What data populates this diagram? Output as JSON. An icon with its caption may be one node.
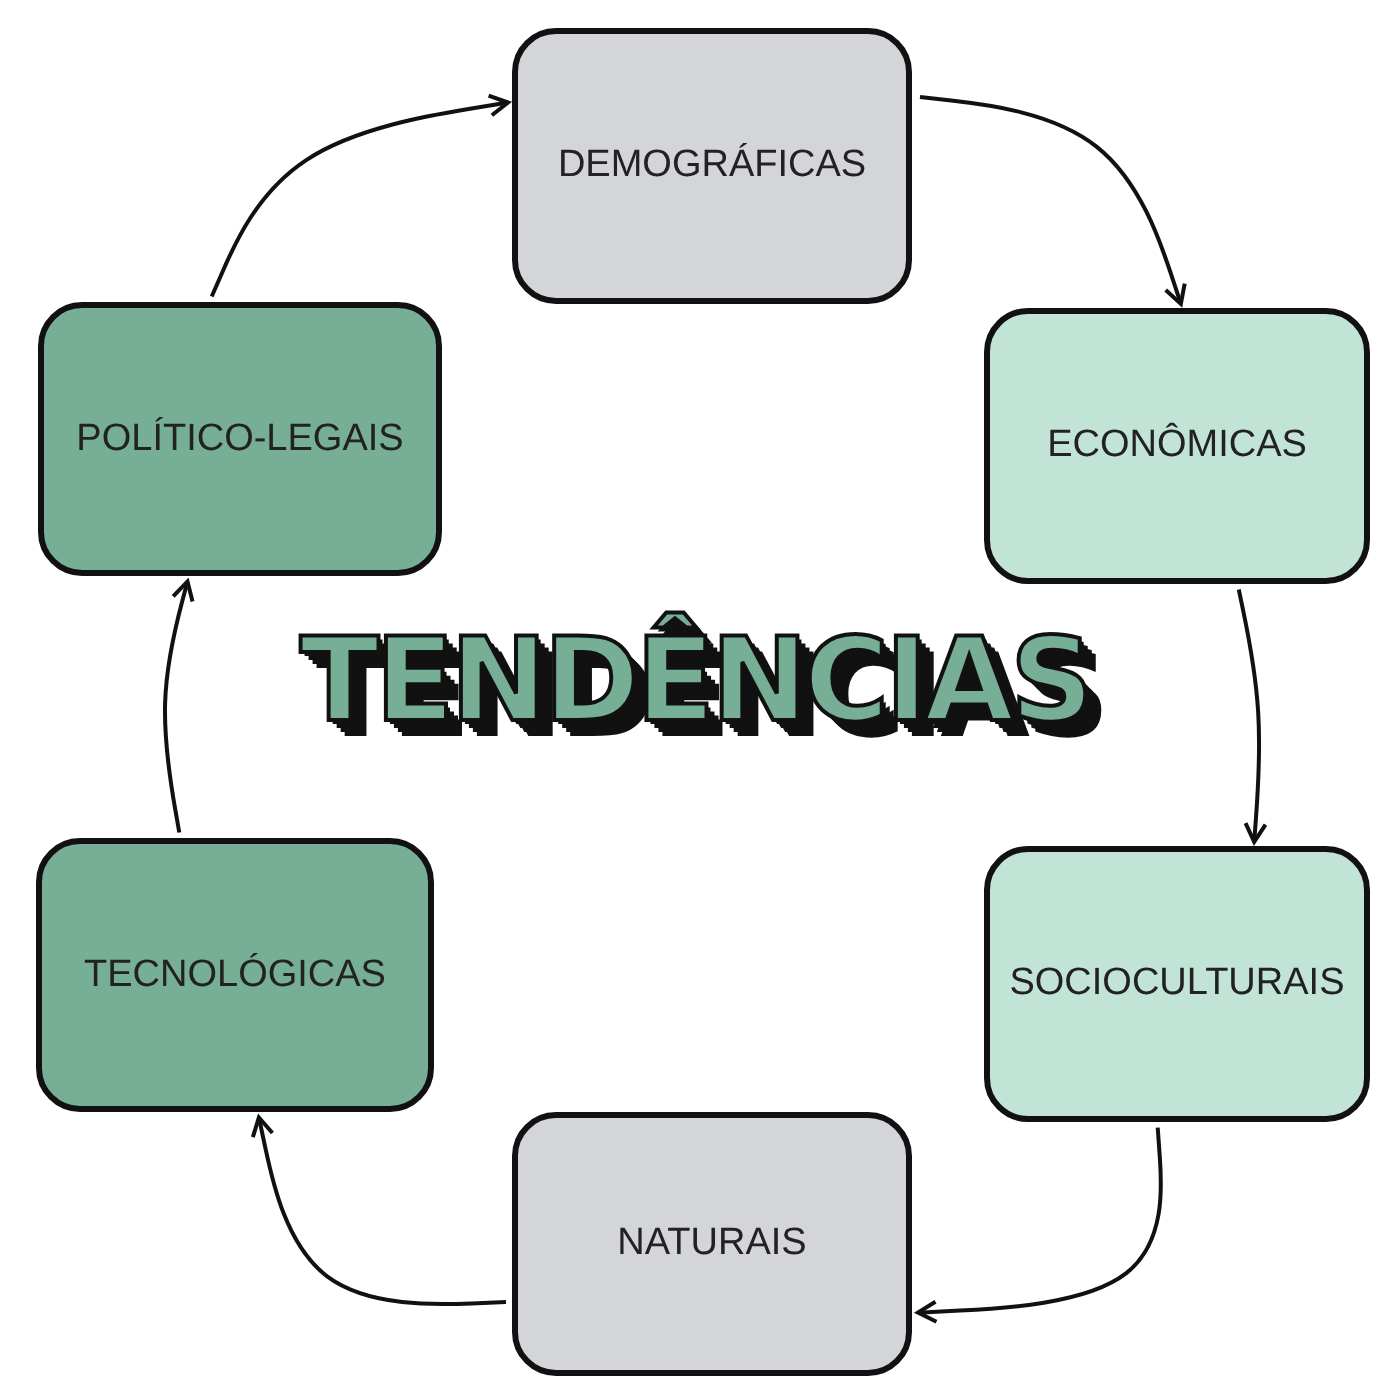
{
  "diagram": {
    "title": "TENDÊNCIAS",
    "nodes": [
      {
        "text": [
          "DEMOGRÁFICAS"
        ]
      },
      {
        "text": [
          "ECONÔMICAS"
        ]
      },
      {
        "text": [
          "SOCIOCULTURAIS"
        ]
      },
      {
        "text": [
          "NATURAIS"
        ]
      },
      {
        "text": [
          "TECNOLÓGICAS"
        ]
      },
      {
        "text": [
          "POLÍTICO-LEGAIS"
        ]
      }
    ],
    "edges": [
      {
        "from": 0,
        "to": 1,
        "arrow": "to"
      },
      {
        "from": 1,
        "to": 2,
        "arrow": "to"
      },
      {
        "from": 2,
        "to": 3,
        "arrow": "to"
      },
      {
        "from": 3,
        "to": 4,
        "arrow": "to"
      },
      {
        "from": 4,
        "to": 5,
        "arrow": "to"
      },
      {
        "from": 5,
        "to": 0,
        "arrow": "to"
      }
    ]
  }
}
